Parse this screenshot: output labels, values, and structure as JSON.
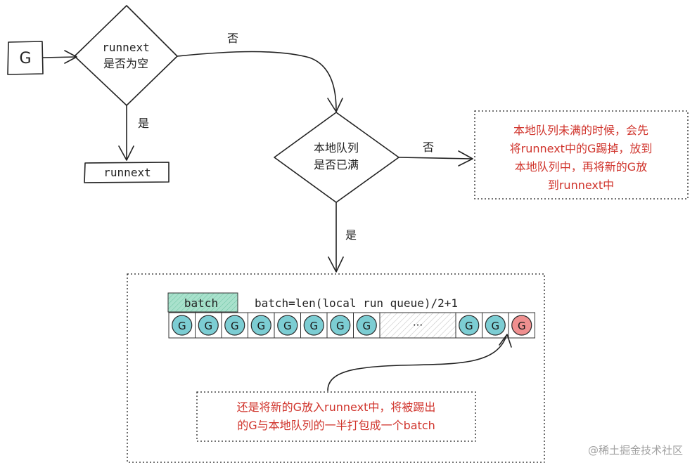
{
  "g_box": {
    "label": "G"
  },
  "decision_runnext": {
    "line1": "runnext",
    "line2": "是否为空"
  },
  "decision_queue": {
    "line1": "本地队列",
    "line2": "是否已满"
  },
  "edge_labels": {
    "no_top": "否",
    "yes_left": "是",
    "no_right": "否",
    "yes_down": "是"
  },
  "runnext_box": {
    "label": "runnext"
  },
  "note_not_full": {
    "lines": [
      "本地队列未满的时候，会先",
      "将runnext中的G踢掉，放到",
      "本地队列中，再将新的G放",
      "到runnext中"
    ]
  },
  "queue": {
    "batch_label": "batch",
    "formula": "batch=len(local run queue)/2+1",
    "ellipsis": "···",
    "left_items": [
      "G",
      "G",
      "G",
      "G",
      "G",
      "G",
      "G",
      "G"
    ],
    "right_items": [
      "G",
      "G"
    ],
    "new_item": "G",
    "colors": {
      "ball": "#7ccdd3",
      "new_ball": "#ef8f8f",
      "batch_fill": "#8fd6bd",
      "hatch": "#c9c9c9"
    }
  },
  "note_full": {
    "lines": [
      "还是将新的G放入runnext中，将被踢出",
      "的G与本地队列的一半打包成一个batch"
    ]
  },
  "watermark": "@稀土掘金技术社区"
}
